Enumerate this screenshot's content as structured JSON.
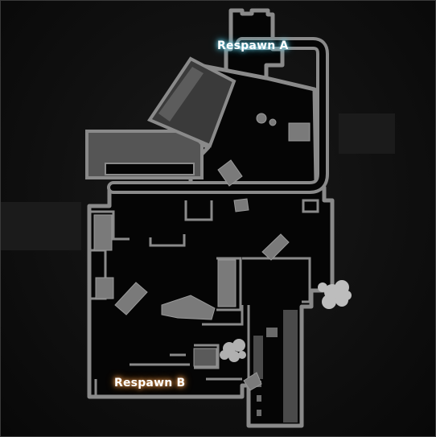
{
  "map": {
    "spawns": [
      {
        "id": "a",
        "label": "Respawn A",
        "glow": "#7fe7ff"
      },
      {
        "id": "b",
        "label": "Respawn B",
        "glow": "#ffb060"
      }
    ],
    "colors": {
      "wall": "#8a8a8a",
      "floor": "#050505",
      "prop": "#7a7a7a",
      "background": "#141414"
    }
  }
}
